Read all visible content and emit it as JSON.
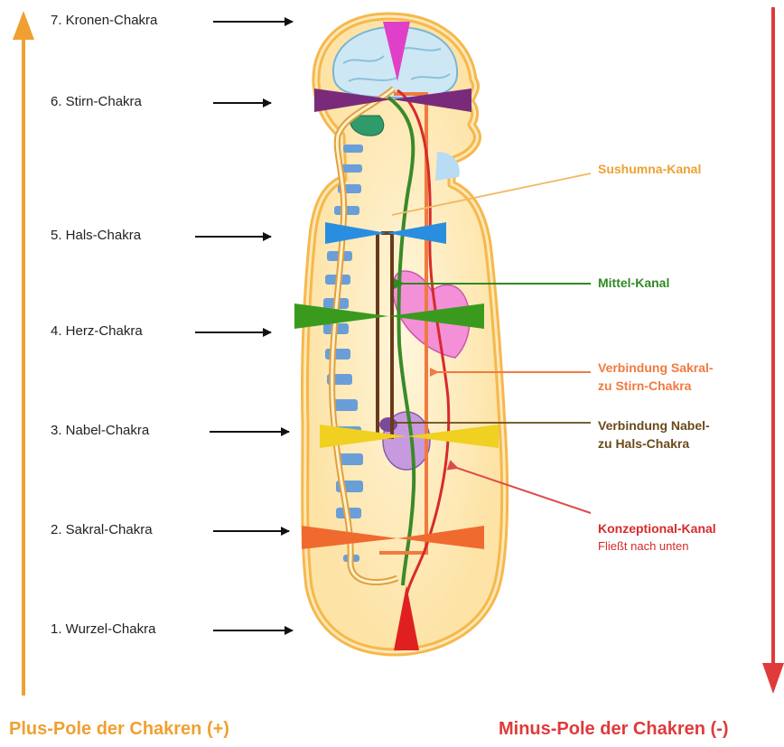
{
  "chakras": [
    {
      "label": "7. Kronen-Chakra",
      "color": "#e040c8"
    },
    {
      "label": "6. Stirn-Chakra",
      "color": "#7a2a8a"
    },
    {
      "label": "5.  Hals-Chakra",
      "color": "#2a8ee0"
    },
    {
      "label": "4. Herz-Chakra",
      "color": "#3a9a1e"
    },
    {
      "label": "3. Nabel-Chakra",
      "color": "#f0d020"
    },
    {
      "label": "2. Sakral-Chakra",
      "color": "#f06a30"
    },
    {
      "label": "1. Wurzel-Chakra",
      "color": "#e02020"
    }
  ],
  "channels": {
    "sushumna": {
      "label": "Sushumna-Kanal",
      "color": "#f0a030"
    },
    "mittel": {
      "label": "Mittel-Kanal",
      "color": "#2e8a22"
    },
    "sakral_stirn": {
      "line1": "Verbindung Sakral-",
      "line2": "zu Stirn-Chakra",
      "color": "#f07a40"
    },
    "nabel_hals": {
      "line1": "Verbindung Nabel-",
      "line2": "zu Hals-Chakra",
      "color": "#6a4a1a"
    },
    "konzeptional": {
      "label": "Konzeptional-Kanal",
      "sub": "Fließt nach unten",
      "color": "#d82a2a"
    }
  },
  "poles": {
    "plus": {
      "label": "Plus-Pole der Chakren (+)",
      "color": "#f0a030"
    },
    "minus": {
      "label": "Minus-Pole der Chakren (-)",
      "color": "#e03a3a"
    }
  }
}
